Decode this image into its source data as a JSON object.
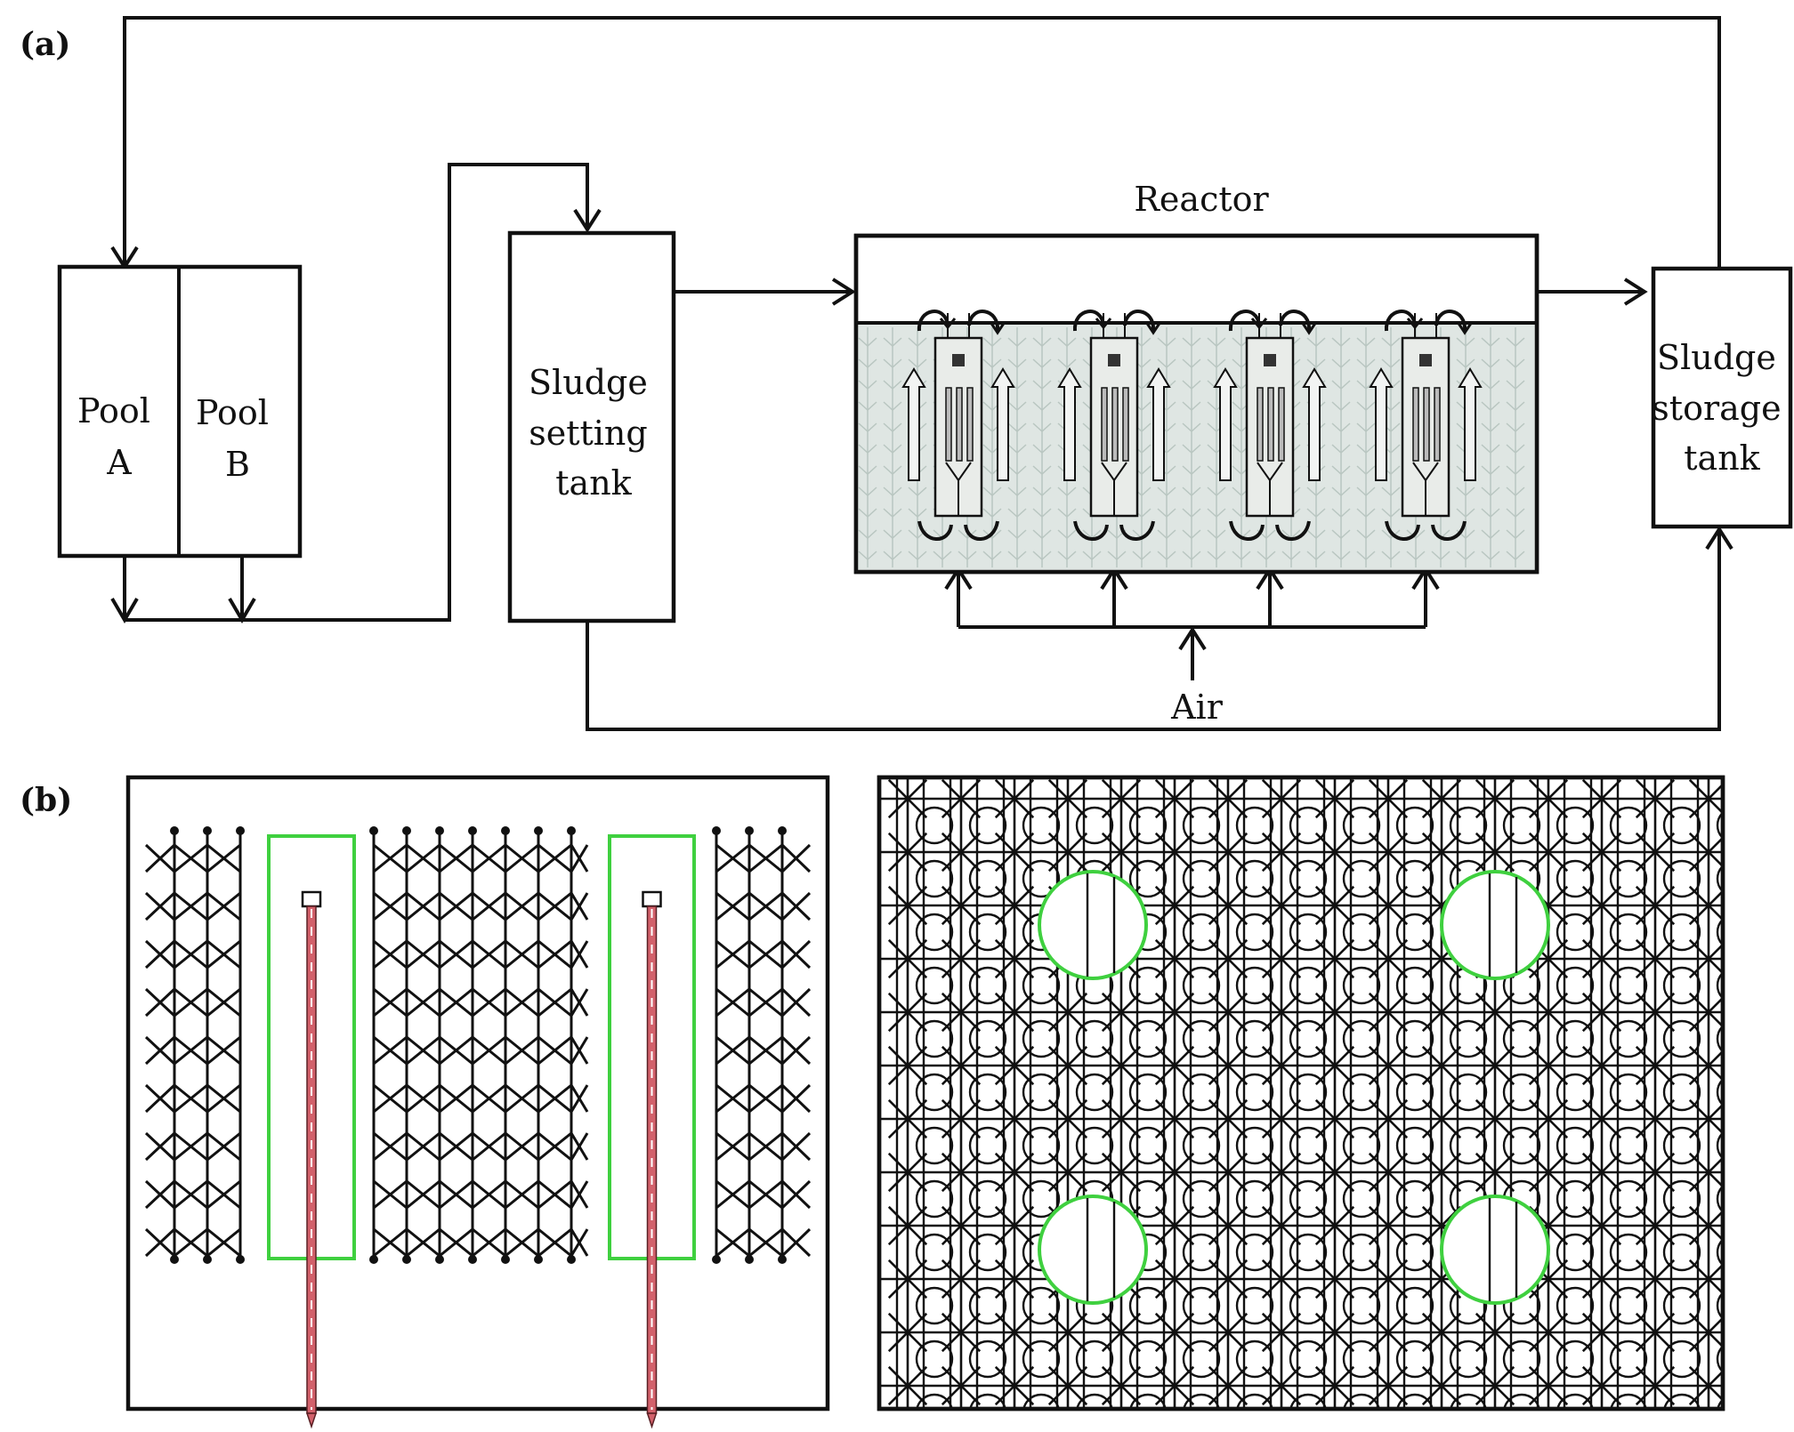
{
  "panels": {
    "a": "(a)",
    "b": "(b)"
  },
  "labels": {
    "pool_a": [
      "Pool",
      "A"
    ],
    "pool_b": [
      "Pool",
      "B"
    ],
    "settling": [
      "Sludge",
      "setting",
      "tank"
    ],
    "reactor": "Reactor",
    "storage": [
      "Sludge",
      "storage",
      "tank"
    ],
    "air": "Air"
  },
  "colors": {
    "line": "#111111",
    "water": "#dfe6e3",
    "module_outline": "#3fd03f",
    "pipe": "#d2616b"
  }
}
